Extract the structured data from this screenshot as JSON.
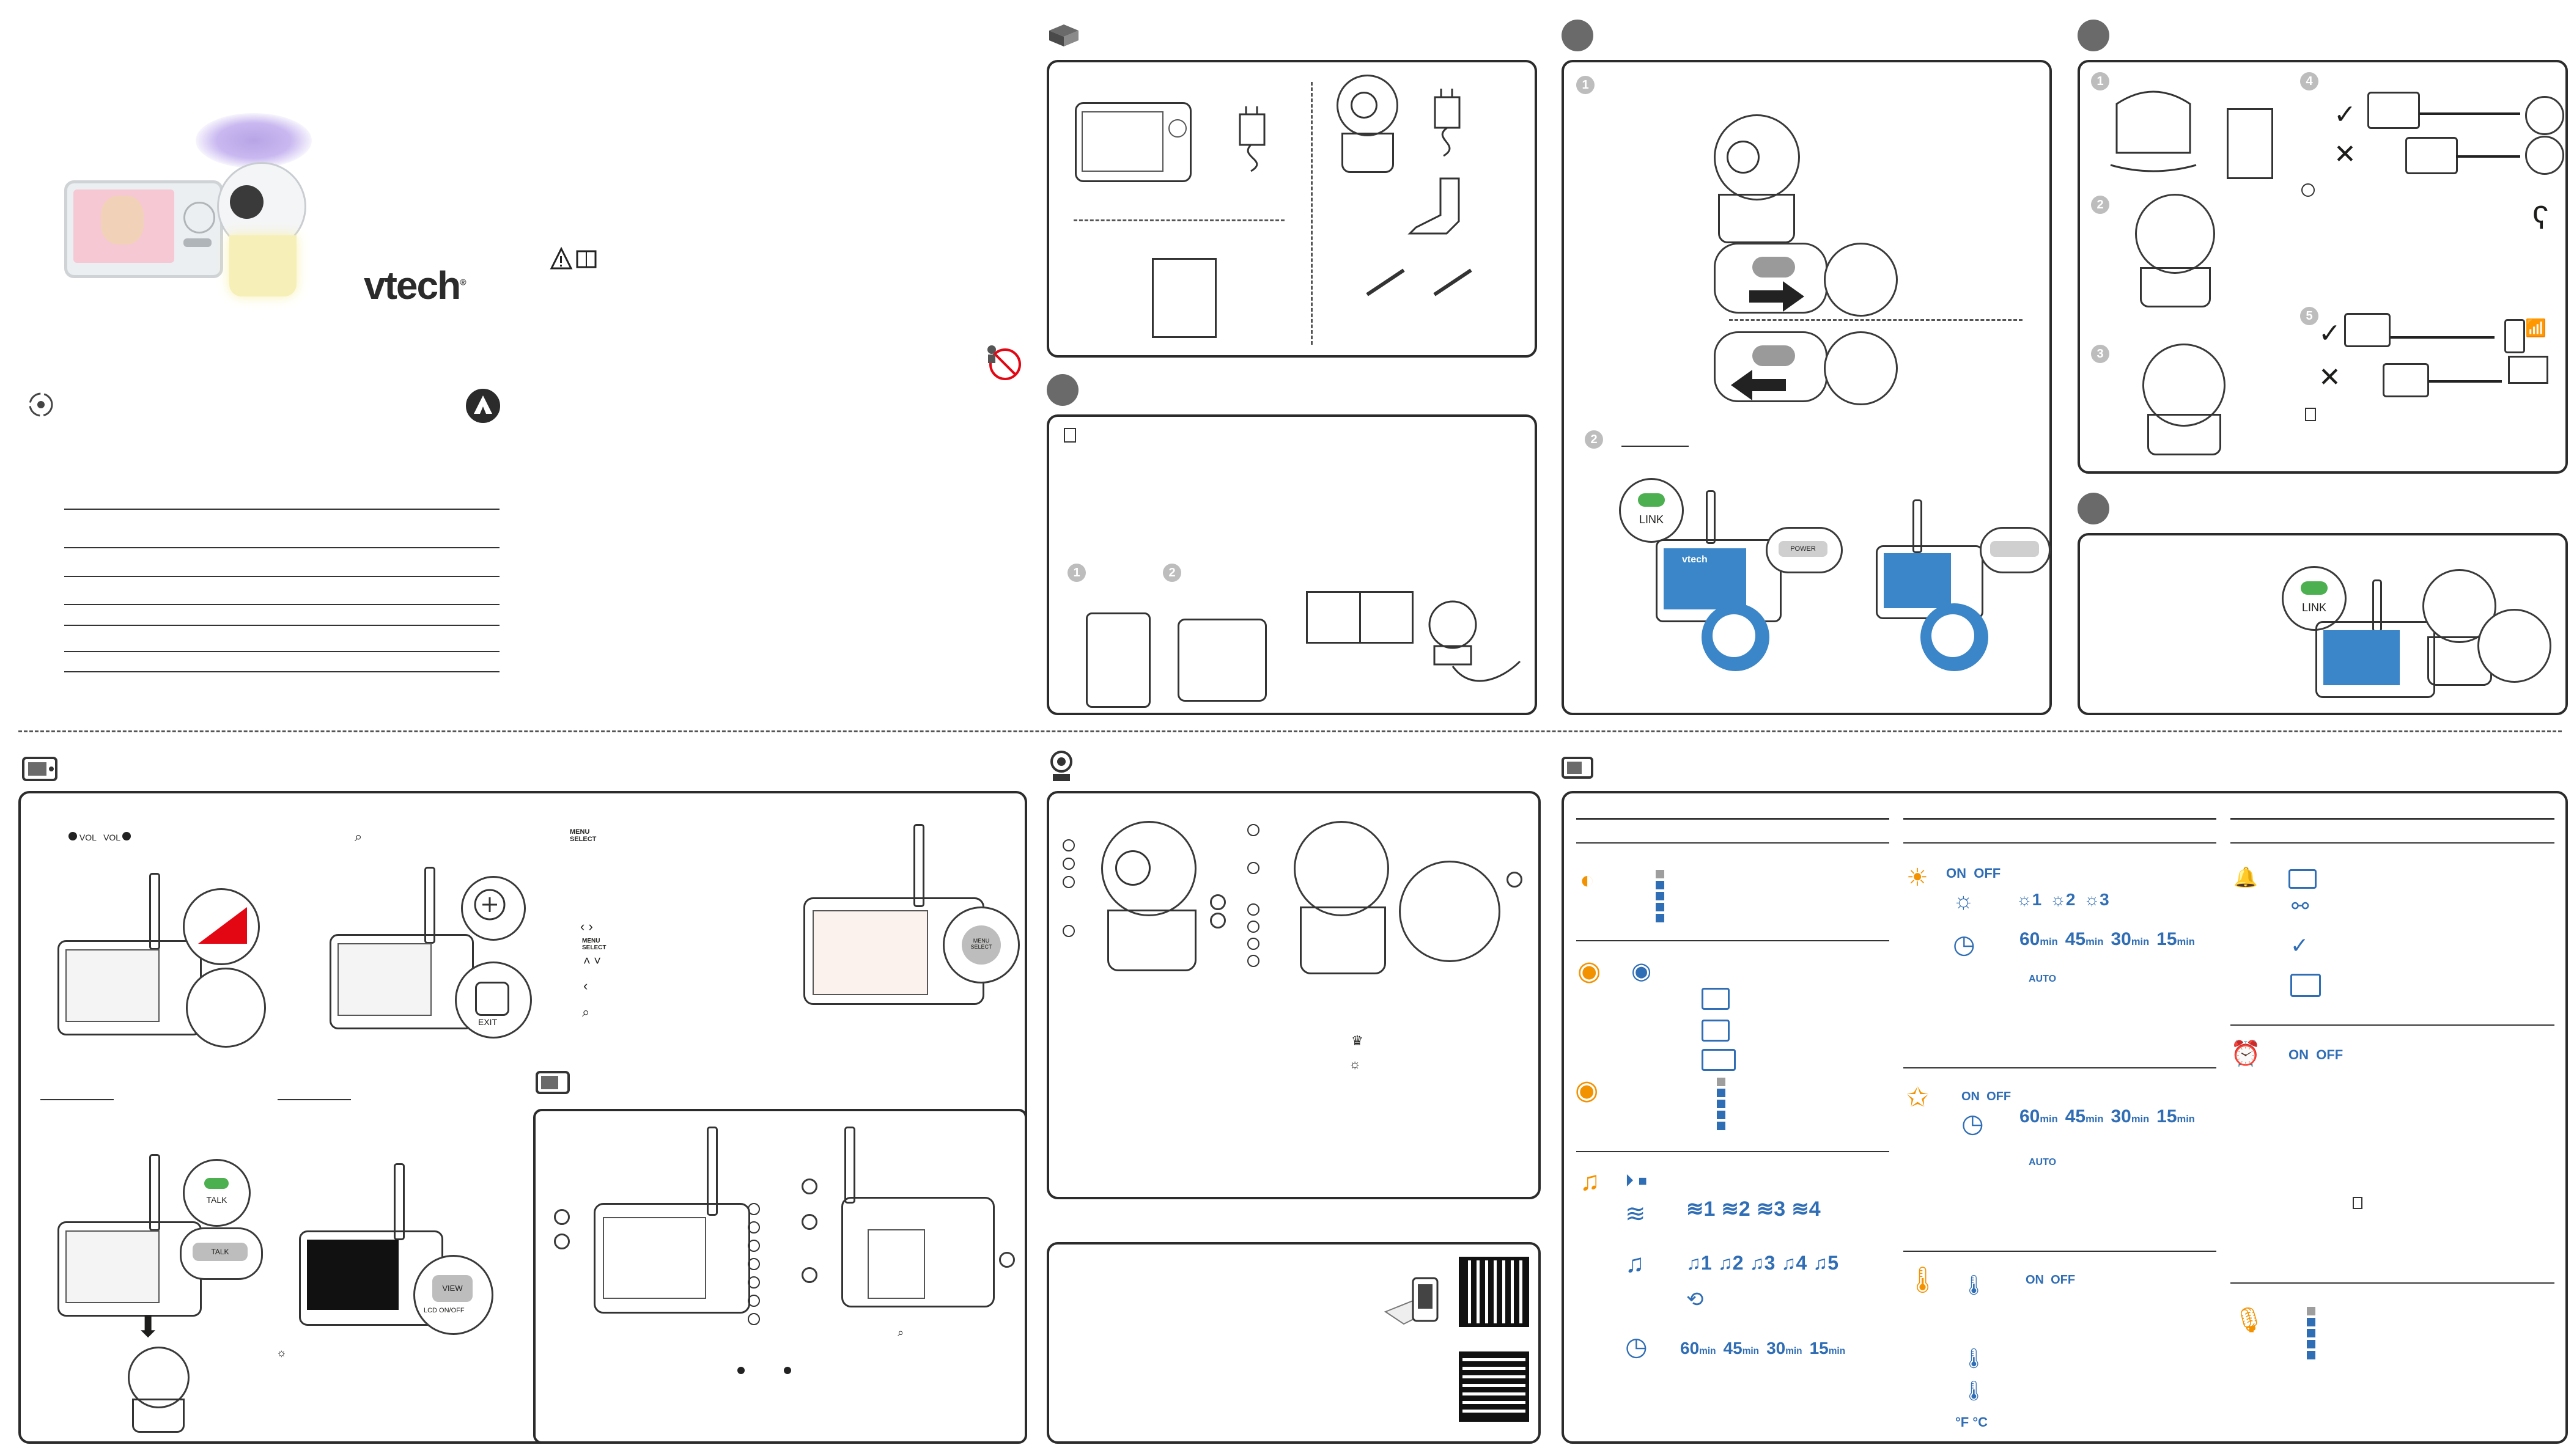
{
  "brand": {
    "logo": "vtech",
    "registered": "®"
  },
  "labels": {
    "vol_minus": "VOL",
    "vol_plus": "VOL",
    "menu_select": "MENU\nSELECT",
    "link": "LINK",
    "power": "POWER",
    "talk": "TALK",
    "exit": "EXIT",
    "view": "VIEW",
    "lcd_onoff": "LCD ON/OFF",
    "on": "ON",
    "off": "OFF",
    "auto": "AUTO",
    "fc": "°F °C",
    "screen_brand": "vtech"
  },
  "menu": {
    "brightness_levels": [
      1,
      2,
      3,
      4,
      5
    ],
    "camera_light_levels": [
      1,
      2,
      3,
      4,
      5
    ],
    "white_noise": [
      "≋1",
      "≋2",
      "≋3",
      "≋4"
    ],
    "lullabies": [
      "♫1",
      "♫2",
      "♫3",
      "♫4",
      "♫5"
    ],
    "timers": [
      {
        "value": "60",
        "unit": "min"
      },
      {
        "value": "45",
        "unit": "min"
      },
      {
        "value": "30",
        "unit": "min"
      },
      {
        "value": "15",
        "unit": "min"
      }
    ],
    "night_light_colors": [
      "1",
      "2",
      "3"
    ]
  },
  "colors": {
    "accent_orange": "#f39200",
    "menu_blue": "#2f6db5",
    "panel_border": "#2b2b2b",
    "link_green": "#4caf50",
    "volume_red": "#e30613",
    "face_blue": "#3a86c8"
  }
}
